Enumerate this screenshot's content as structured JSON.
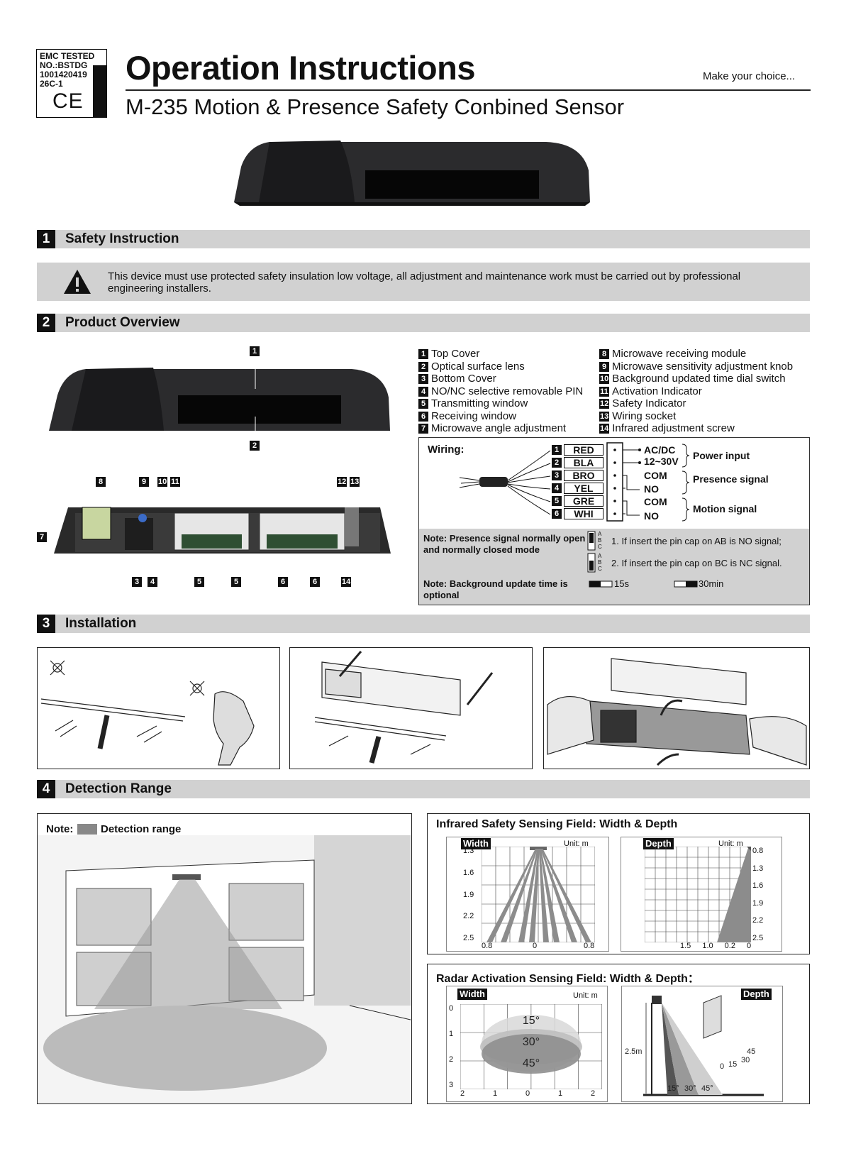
{
  "header": {
    "badge_lines": [
      "EMC TESTED",
      "NO.:BSTDG",
      "1001420419",
      "26C-1"
    ],
    "ce_mark": "CE",
    "title": "Operation Instructions",
    "slogan": "Make  your choice...",
    "subtitle": "M-235  Motion & Presence Safety Conbined Sensor"
  },
  "sections": {
    "s1": {
      "num": "1",
      "title": "Safety Instruction"
    },
    "s2": {
      "num": "2",
      "title": "Product Overview"
    },
    "s3": {
      "num": "3",
      "title": "Installation"
    },
    "s4": {
      "num": "4",
      "title": "Detection Range"
    }
  },
  "safety": {
    "icon": "warning-triangle-icon",
    "text": "This device must use protected safety insulation low voltage, all adjustment and maintenance work must be carried out by professional engineering installers."
  },
  "overview": {
    "callouts_top": [
      "1",
      "2"
    ],
    "callouts_board_top": [
      "8",
      "9",
      "10",
      "11",
      "12",
      "13"
    ],
    "callouts_board_bottom": [
      "3",
      "4",
      "5",
      "5",
      "6",
      "6",
      "14"
    ],
    "callout_side": "7",
    "parts_left": [
      {
        "n": "1",
        "label": "Top Cover"
      },
      {
        "n": "2",
        "label": "Optical surface lens"
      },
      {
        "n": "3",
        "label": "Bottom Cover"
      },
      {
        "n": "4",
        "label": "NO/NC selective removable PIN"
      },
      {
        "n": "5",
        "label": "Transmitting window"
      },
      {
        "n": "6",
        "label": "Receiving window"
      },
      {
        "n": "7",
        "label": "Microwave angle adjustment"
      }
    ],
    "parts_right": [
      {
        "n": "8",
        "label": "Microwave receiving module"
      },
      {
        "n": "9",
        "label": "Microwave sensitivity adjustment knob"
      },
      {
        "n": "10",
        "label": "Background updated time dial switch"
      },
      {
        "n": "11",
        "label": "Activation Indicator"
      },
      {
        "n": "12",
        "label": "Safety Indicator"
      },
      {
        "n": "13",
        "label": "Wiring socket"
      },
      {
        "n": "14",
        "label": "Infrared adjustment screw"
      }
    ]
  },
  "wiring": {
    "title": "Wiring:",
    "wires": [
      {
        "n": "1",
        "color": "RED"
      },
      {
        "n": "2",
        "color": "BLA"
      },
      {
        "n": "3",
        "color": "BRO"
      },
      {
        "n": "4",
        "color": "YEL"
      },
      {
        "n": "5",
        "color": "GRE"
      },
      {
        "n": "6",
        "color": "WHI"
      }
    ],
    "terminals": [
      "AC/DC",
      "12~30V",
      "COM",
      "NO",
      "COM",
      "NO"
    ],
    "groups": [
      "Power input",
      "Presence signal",
      "Motion signal"
    ],
    "note_presence": "Note: Presence signal normally open and normally closed mode",
    "pin_letters": [
      "A",
      "B",
      "C"
    ],
    "pin_note_1": "1. If insert the pin cap on AB is NO signal;",
    "pin_note_2": "2. If insert the pin cap on BC is NC signal.",
    "note_background": "Note: Background update time is optional",
    "time_1": "15s",
    "time_2": "30min"
  },
  "detection": {
    "note_label": "Note:",
    "note_text": "Detection range",
    "ir_title": "Infrared Safety Sensing Field: Width & Depth",
    "radar_title": "Radar Activation Sensing Field: Width & Depth：",
    "unit": "Unit: m",
    "width_label": "Width",
    "depth_label": "Depth"
  },
  "chart_data": [
    {
      "type": "diagram",
      "title": "Infrared Safety Sensing Field: Width & Depth",
      "panel": "Width",
      "unit": "Unit: m",
      "y_ticks": [
        "1.3",
        "1.6",
        "1.9",
        "2.2",
        "2.5"
      ],
      "x_ticks": [
        "0.8",
        "0",
        "0.8"
      ]
    },
    {
      "type": "diagram",
      "title": "Infrared Safety Sensing Field: Width & Depth",
      "panel": "Depth",
      "unit": "Unit: m",
      "y_ticks": [
        "0.8",
        "1.3",
        "1.6",
        "1.9",
        "2.2",
        "2.5"
      ],
      "x_ticks": [
        "1.5",
        "1.0",
        "0.2",
        "0"
      ]
    },
    {
      "type": "diagram",
      "title": "Radar Activation Sensing Field: Width & Depth：",
      "panel": "Width",
      "unit": "Unit: m",
      "y_ticks": [
        "0",
        "1",
        "2",
        "3"
      ],
      "x_ticks": [
        "2",
        "1",
        "0",
        "1",
        "2"
      ],
      "angles": [
        "15°",
        "30°",
        "45°"
      ]
    },
    {
      "type": "diagram",
      "title": "Radar Activation Sensing Field: Width & Depth：",
      "panel": "Depth",
      "height": "2.5m",
      "angles_bottom": [
        "15°",
        "30°",
        "45°"
      ],
      "angles_side": [
        "45",
        "30",
        "15",
        "0"
      ]
    }
  ]
}
